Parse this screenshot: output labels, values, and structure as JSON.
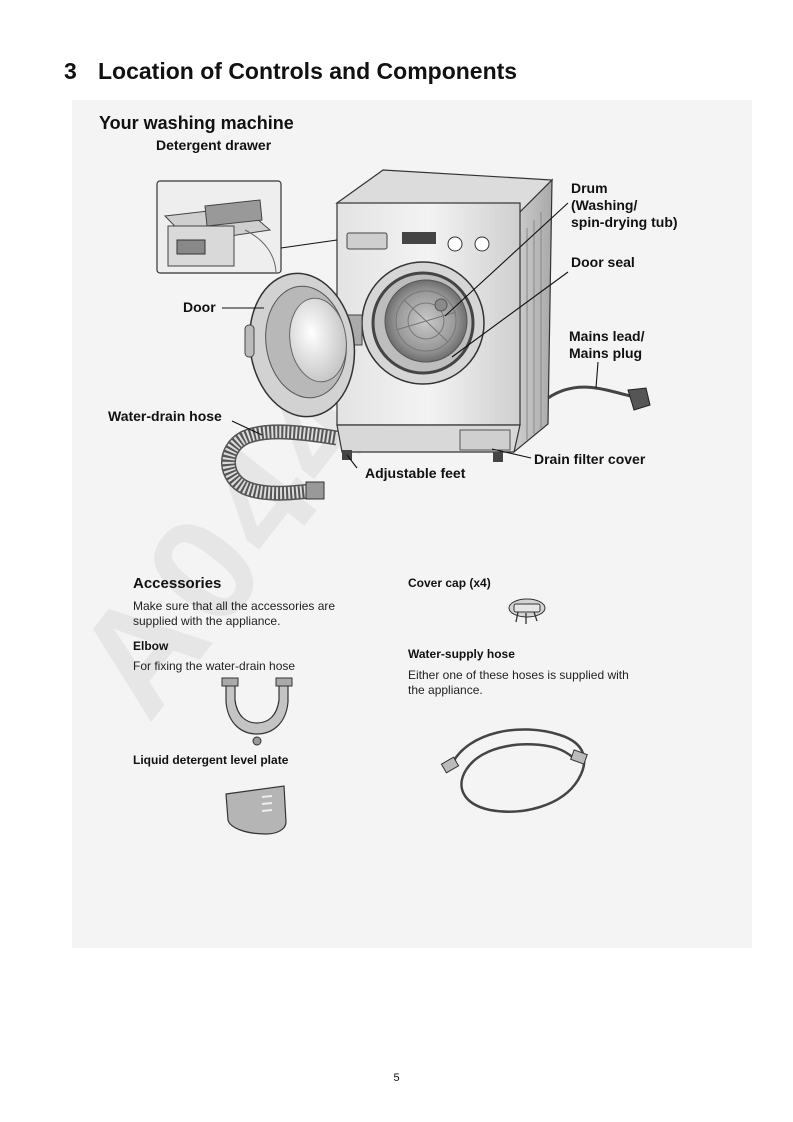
{
  "section": {
    "number": "3",
    "title": "Location of Controls and Components"
  },
  "machine": {
    "title": "Your washing machine",
    "labels": {
      "detergent_drawer": "Detergent drawer",
      "drum_1": "Drum",
      "drum_2": "(Washing/",
      "drum_3": "spin-drying tub)",
      "door_seal": "Door seal",
      "door": "Door",
      "mains_1": "Mains lead/",
      "mains_2": "Mains plug",
      "drain_hose": "Water-drain hose",
      "filter_cover": "Drain filter cover",
      "feet": "Adjustable feet"
    }
  },
  "accessories": {
    "title": "Accessories",
    "intro_1": "Make sure that all the accessories are",
    "intro_2": "supplied with the appliance.",
    "elbow": {
      "name": "Elbow",
      "desc": "For fixing the water-drain hose"
    },
    "level_plate": {
      "name": "Liquid detergent level plate"
    },
    "cover_cap": {
      "name": "Cover cap (x4)"
    },
    "supply_hose": {
      "name": "Water-supply hose",
      "desc_1": "Either one of these hoses is supplied with",
      "desc_2": "the appliance."
    }
  },
  "watermark": "A04490",
  "page_number": "5"
}
